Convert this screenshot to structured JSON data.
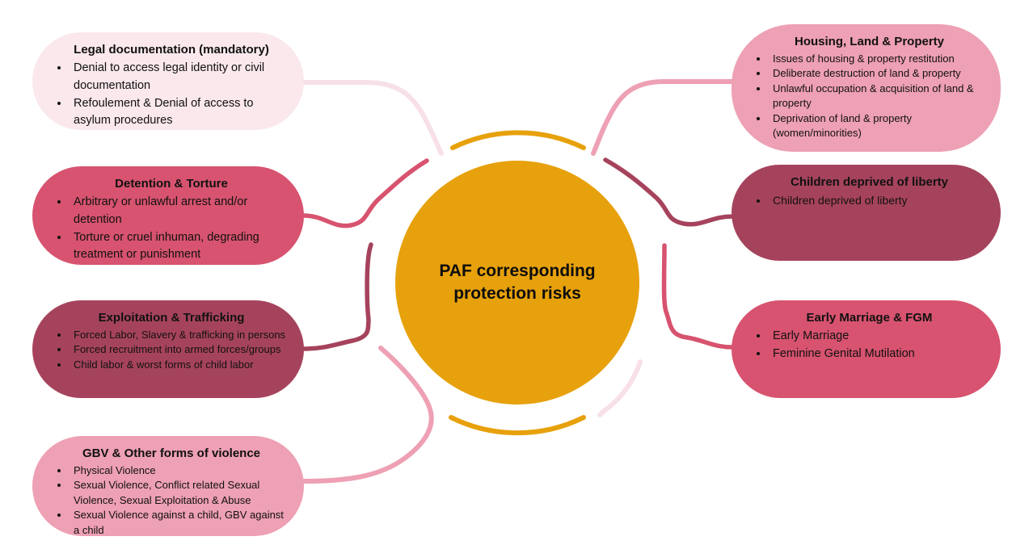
{
  "diagram_title": "PAF corresponding protection risks",
  "center": {
    "title": "PAF corresponding protection risks"
  },
  "palette": {
    "center_orange": "#E7A10C",
    "rose": "#D7536F",
    "maroon": "#A6435C",
    "pink": "#EEA0B4",
    "light_pink": "#FAE8EC",
    "text": "#111111",
    "background": "#FFFFFF"
  },
  "boxes": [
    {
      "id": "legal-documentation",
      "side": "left",
      "color": "light_pink",
      "title": "Legal documentation (mandatory)",
      "items": [
        "Denial to access legal identity or civil documentation",
        "Refoulement & Denial of access to asylum procedures"
      ]
    },
    {
      "id": "detention-torture",
      "side": "left",
      "color": "rose",
      "title": "Detention & Torture",
      "items": [
        "Arbitrary or unlawful arrest and/or detention",
        "Torture or cruel inhuman, degrading treatment or punishment"
      ]
    },
    {
      "id": "exploitation-trafficking",
      "side": "left",
      "color": "maroon",
      "title": "Exploitation & Trafficking",
      "items": [
        "Forced Labor, Slavery & trafficking in persons",
        "Forced recruitment into armed forces/groups",
        "Child labor & worst forms of child labor"
      ]
    },
    {
      "id": "gbv-other-forms-of-violence",
      "side": "left",
      "color": "pink",
      "title": "GBV & Other forms of violence",
      "items": [
        "Physical Violence",
        "Sexual Violence, Conflict related Sexual Violence, Sexual Exploitation & Abuse",
        "Sexual Violence against a child, GBV against a child"
      ]
    },
    {
      "id": "housing-land-property",
      "side": "right",
      "color": "pink",
      "title": "Housing, Land & Property",
      "items": [
        "Issues of housing & property restitution",
        "Deliberate destruction of land & property",
        "Unlawful occupation & acquisition of land & property",
        "Deprivation of land & property (women/minorities)"
      ]
    },
    {
      "id": "children-deprived-of-liberty",
      "side": "right",
      "color": "maroon",
      "title": "Children deprived of liberty",
      "items": [
        "Children deprived of liberty"
      ]
    },
    {
      "id": "early-marriage-fgm",
      "side": "right",
      "color": "rose",
      "title": "Early Marriage & FGM",
      "items": [
        "Early Marriage",
        "Feminine Genital Mutilation"
      ]
    }
  ]
}
